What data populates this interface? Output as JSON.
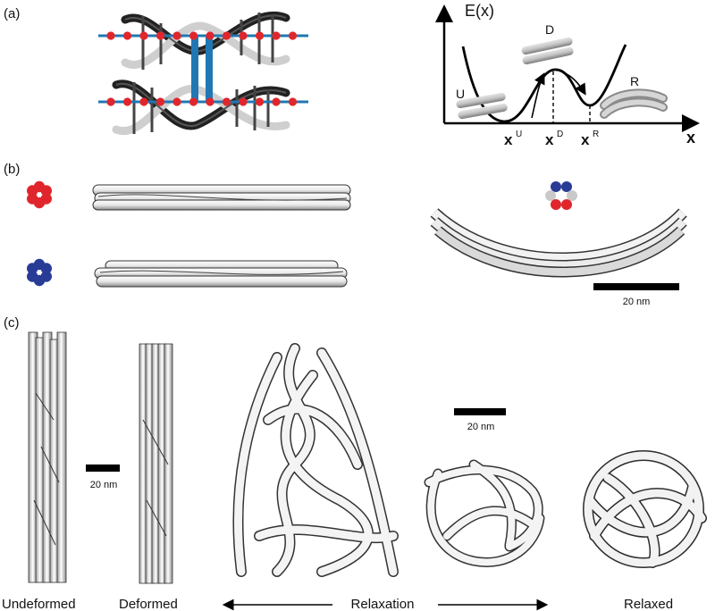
{
  "panel_labels": {
    "a": "(a)",
    "b": "(b)",
    "c": "(c)"
  },
  "energy_plot": {
    "y_axis_label": "E(x)",
    "x_axis_label": "x",
    "state_labels": {
      "unstressed": "U",
      "deformed": "D",
      "relaxed": "R"
    },
    "x_ticks": {
      "u": {
        "base": "x",
        "sup": "U"
      },
      "d": {
        "base": "x",
        "sup": "D"
      },
      "r": {
        "base": "x",
        "sup": "R"
      }
    }
  },
  "scale_bars": {
    "panel_b": "20 nm",
    "panel_c_left": "20 nm",
    "panel_c_right": "20 nm"
  },
  "cross_sections": {
    "colors": {
      "red": "#e0262c",
      "blue": "#283c96",
      "gray": "#c9c9c9",
      "helix_axis": "#1f78b4"
    }
  },
  "bottom_labels": {
    "undeformed": "Undeformed",
    "deformed": "Deformed",
    "relaxation": "Relaxation",
    "relaxed": "Relaxed"
  }
}
